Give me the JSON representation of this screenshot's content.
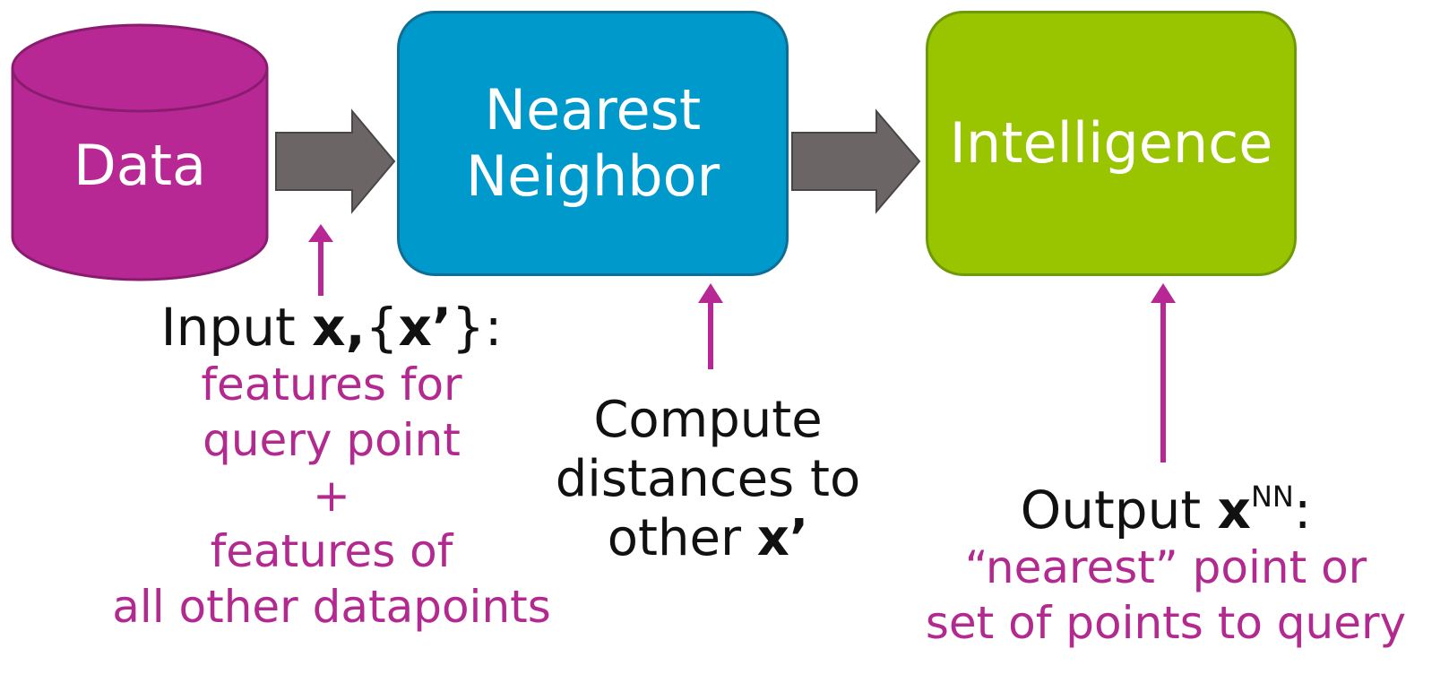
{
  "nodes": {
    "data": {
      "label": "Data",
      "color": "#b72895"
    },
    "nearest_neighbor": {
      "label_line1": "Nearest",
      "label_line2": "Neighbor",
      "color": "#0099cc"
    },
    "intelligence": {
      "label": "Intelligence",
      "color": "#99c400"
    }
  },
  "captions": {
    "input": {
      "prefix": "Input ",
      "x": "x,",
      "set_open": "{",
      "x_prime": "x’",
      "set_close": "}:",
      "lines": [
        "features for",
        "query point",
        "+",
        "features of",
        "all other datapoints"
      ]
    },
    "compute": {
      "line1": "Compute",
      "line2": "distances to",
      "line3_prefix": "other ",
      "line3_var": "x’"
    },
    "output": {
      "prefix": "Output ",
      "x": "x",
      "sup": "NN",
      "colon": ":",
      "lines": [
        "“nearest” point or",
        "set of points to query"
      ]
    }
  },
  "colors": {
    "flow_arrow": "#6b6566",
    "annotation_arrow": "#b72895",
    "caption_accent": "#b22a8f"
  }
}
